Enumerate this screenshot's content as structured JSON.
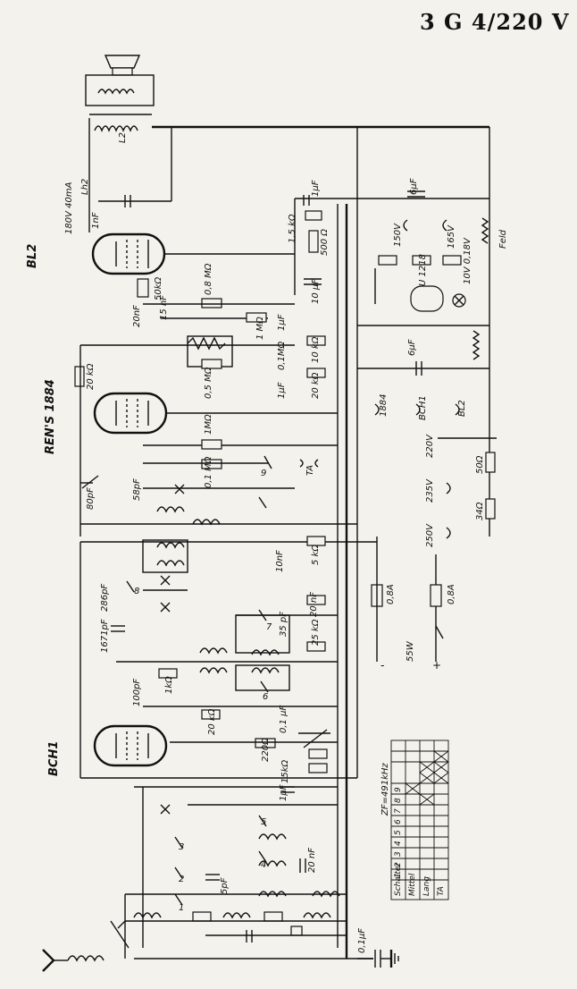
{
  "title": "3 G 4/220 V",
  "tubes": [
    "BL2",
    "REN'S 1884",
    "BCH1"
  ],
  "speaker_labels": [
    "L2",
    "Lh2"
  ],
  "rectifier": {
    "label": "U 1218",
    "lamp": "10V 0,18V"
  },
  "field_label": "Feld",
  "voltage_note": "180V 40mA",
  "mains": {
    "power": "55W",
    "taps": [
      "220V",
      "235V",
      "250V"
    ],
    "fuse": "0,8A"
  },
  "filament_labels": [
    "1884",
    "BCH1",
    "BL2"
  ],
  "components": {
    "c_1nF": "1nF",
    "c_6uF_a": "6µF",
    "c_1uF_top": "1µF",
    "r_15k": "1,5 kΩ",
    "r_500": "500 Ω",
    "r_150V": "150V",
    "r_165V": "165V",
    "r_50k": "50kΩ",
    "r_08M": "0,8 MΩ",
    "c_20nF": "20nF",
    "c_15nF": "15 nF",
    "pot_1M": "1 MΩ",
    "c_1uF_b": "1µF",
    "c_10uF": "10 µF",
    "r_01M": "0,1MΩ",
    "r_10k": "10 kΩ",
    "c_6uF_b": "6µF",
    "r_05M": "0,5 MΩ",
    "r_20k": "20 kΩ",
    "c_1uF_c": "1µF",
    "r_20k_b": "20 kΩ",
    "r_1M": "1MΩ",
    "r_01M_b": "0,1 MΩ",
    "c_58pF": "58pF",
    "c_80pF": "80pF",
    "sw9": "9",
    "ta": "TA",
    "r_50": "50Ω",
    "r_34": "34Ω",
    "c_10nF": "10nF",
    "r_5k": "5 kΩ",
    "c_286pF": "286pF",
    "sw8": "8",
    "c_1671pF": "1671pF",
    "c_20nF_b": "20 nF",
    "sw7": "7",
    "c_35pF": "35 pF",
    "r_25k": "25 kΩ",
    "c_100pF": "100pF",
    "r_1k": "1kΩ",
    "sw6": "6",
    "r_20k_c": "20 kΩ",
    "r_220": "220Ω",
    "c_01uF": "0,1 µF",
    "r_15k_b": "15kΩ",
    "c_1uF_d": "1µF",
    "sw5": "5",
    "sw4": "4",
    "c_20nF_c": "20 nF",
    "sw3": "3",
    "sw2": "2",
    "sw1": "1",
    "c_5pF": "5pF",
    "c_01uF_ant": "0,1µF",
    "zf": "ZF=491kHz",
    "minus": "-",
    "plus": "+"
  },
  "switch_table": {
    "header": [
      "Schalter",
      "1",
      "2",
      "3",
      "4",
      "5",
      "6",
      "7",
      "8",
      "9"
    ],
    "rows": [
      "Mittel",
      "Lang",
      "TA"
    ]
  }
}
